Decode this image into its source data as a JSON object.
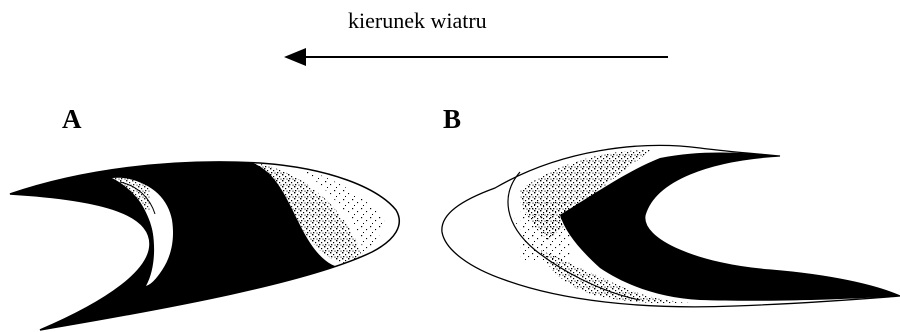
{
  "wind": {
    "label": "kierunek wiatru"
  },
  "panels": {
    "a_label": "A",
    "b_label": "B"
  },
  "colors": {
    "ink": "#000000",
    "background": "#ffffff"
  }
}
